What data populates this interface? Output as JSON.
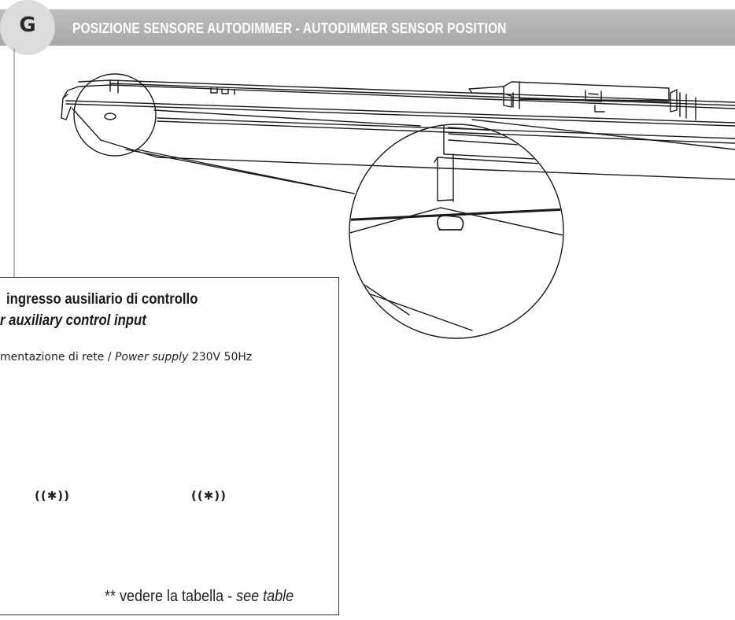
{
  "header": {
    "badge": "G",
    "title": "POSIZIONE SENSORE AUTODIMMER - AUTODIMMER SENSOR POSITION"
  },
  "wiring_panel": {
    "title_it": "ingresso ausiliario di controllo",
    "title_en": "r auxiliary control input",
    "supply_it": "mentazione di rete",
    "supply_sep": " / ",
    "supply_en": "Power supply",
    "supply_value": " 230V 50Hz",
    "wireless_label_1": "((✱))",
    "wireless_label_2": "((✱))",
    "footnote_it": "** vedere la tabella - ",
    "footnote_en": "see table"
  },
  "icons": {
    "bluetooth": "bluetooth-icon"
  },
  "colors": {
    "header_bar": "#b0b0b0",
    "badge": "#dcdcdc",
    "line_dark": "#1a1a1a",
    "line_grey": "#a0a0a0"
  }
}
